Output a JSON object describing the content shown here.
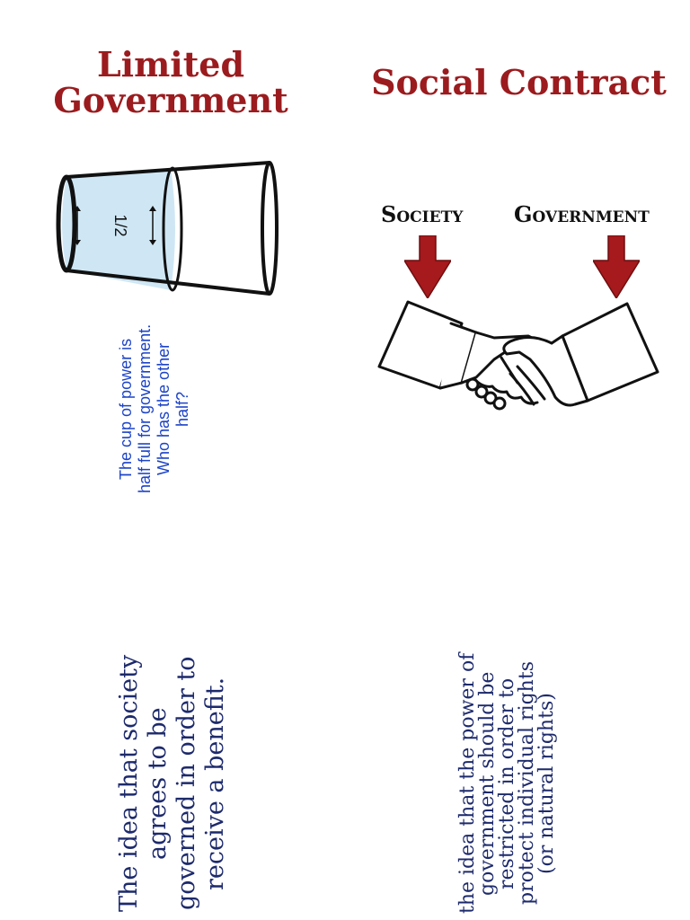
{
  "left_panel": {
    "title": "Limited Government",
    "cup_label": "1/2",
    "caption_line1": "The cup of power is half full for government.",
    "caption_line2": "Who has the other half?",
    "definition": "The idea that society agrees to be governed in order to receive a benefit."
  },
  "right_panel": {
    "title": "Social Contract",
    "label_society": "Society",
    "label_government": "Government",
    "definition": "the idea that the power of government should be restricted in order to protect individual rights (or natural rights)"
  },
  "colors": {
    "title": "#9b1b1e",
    "caption": "#1d44c8",
    "definition": "#1d2a6c",
    "arrow": "#a6191c",
    "water": "#cfe7f4"
  }
}
